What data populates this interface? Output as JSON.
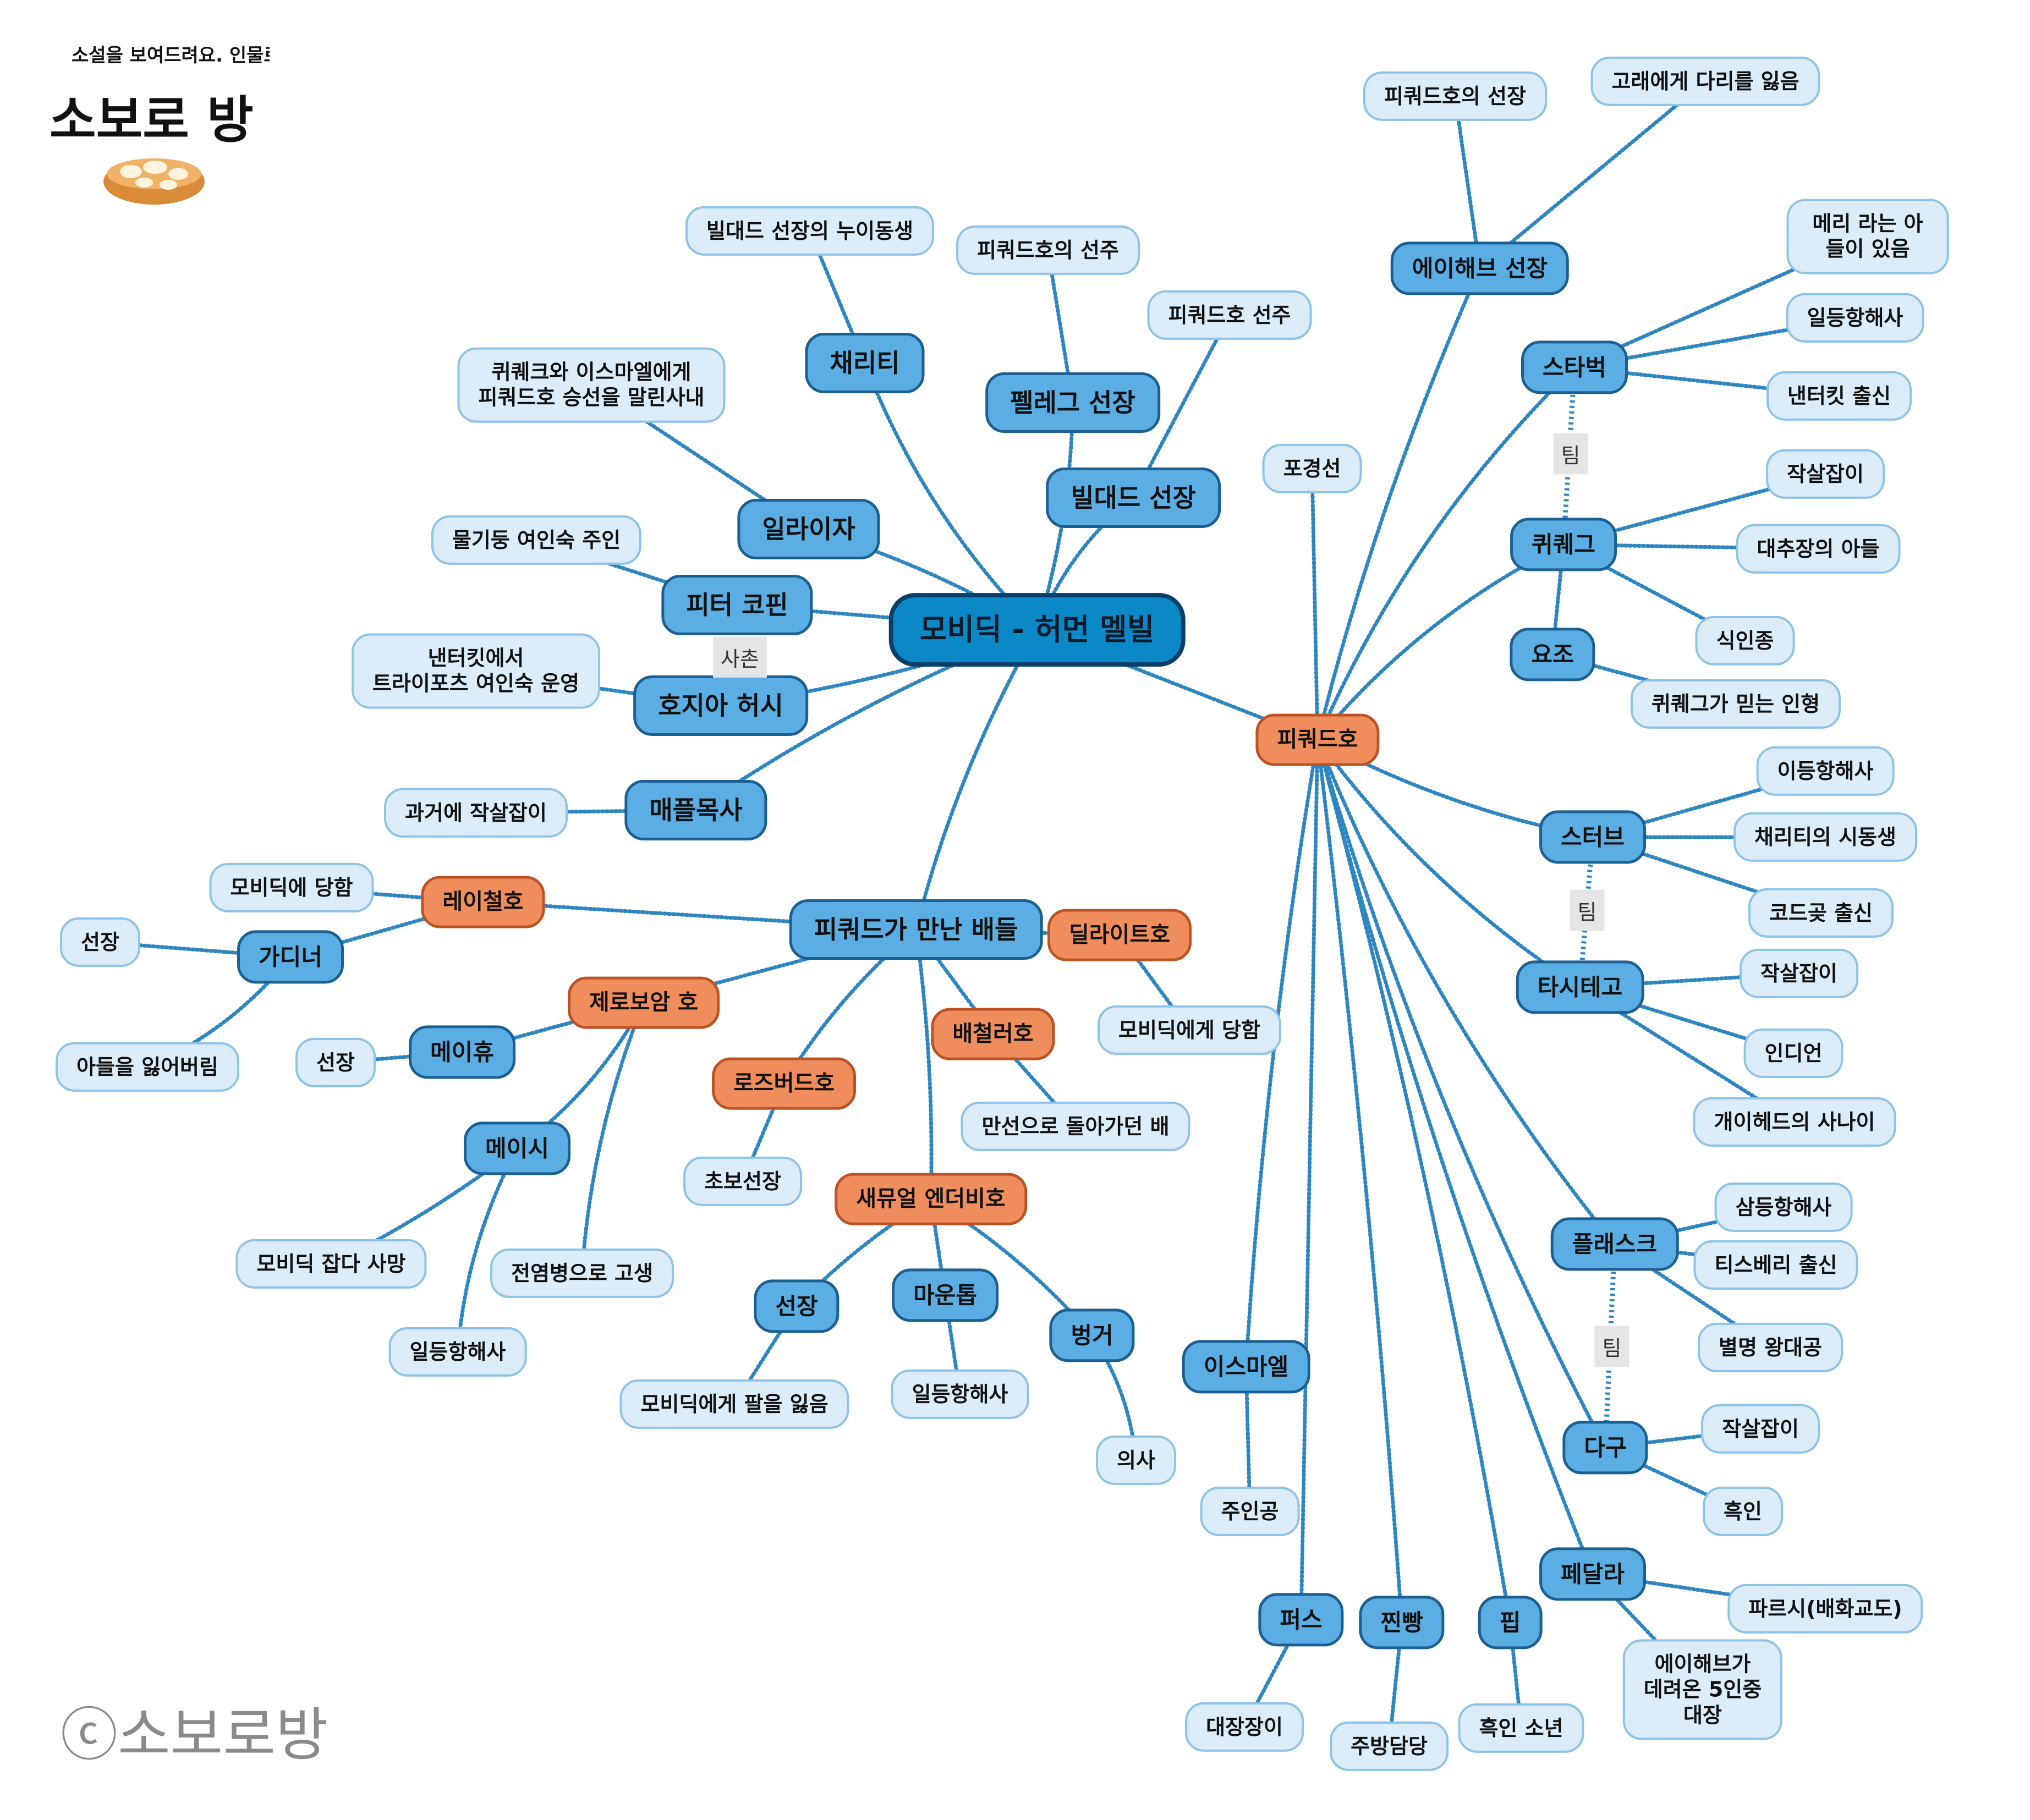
{
  "brand": {
    "tagline": "소설을 보여드려요. 인물로",
    "name": "소보로 방",
    "copyright": "ⓒ소보로방"
  },
  "colors": {
    "center_fill": "#0b88c6",
    "mid_fill": "#5aaee3",
    "leaf_fill": "#dcedf9",
    "ship_fill": "#ef8d5c",
    "edge": "#2e86c1"
  },
  "nodes": [
    {
      "id": "center",
      "label": "모비딕 - 허먼 멜빌",
      "kind": "center"
    },
    {
      "id": "charity",
      "label": "채리티",
      "kind": "big"
    },
    {
      "id": "charity_l",
      "label": "빌대드 선장의 누이동생",
      "kind": "leaf"
    },
    {
      "id": "peleg",
      "label": "펠레그 선장",
      "kind": "big"
    },
    {
      "id": "peleg_l",
      "label": "피쿼드호의 선주",
      "kind": "leaf"
    },
    {
      "id": "bildad",
      "label": "빌대드 선장",
      "kind": "big"
    },
    {
      "id": "bildad_l",
      "label": "피쿼드호 선주",
      "kind": "leaf"
    },
    {
      "id": "ilaija",
      "label": "일라이자",
      "kind": "big"
    },
    {
      "id": "ilaija_l",
      "label": "퀴퀘크와 이스마엘에게\n피쿼드호 승선을 말린사내",
      "kind": "leaf"
    },
    {
      "id": "peter",
      "label": "피터 코핀",
      "kind": "big"
    },
    {
      "id": "peter_l",
      "label": "물기둥 여인숙 주인",
      "kind": "leaf"
    },
    {
      "id": "hosea",
      "label": "호지아 허시",
      "kind": "big"
    },
    {
      "id": "hosea_l",
      "label": "낸터킷에서\n트라이포츠 여인숙 운영",
      "kind": "leaf"
    },
    {
      "id": "mapple",
      "label": "매플목사",
      "kind": "big"
    },
    {
      "id": "mapple_l",
      "label": "과거에 작살잡이",
      "kind": "leaf"
    },
    {
      "id": "ships",
      "label": "피쿼드가 만난 배들",
      "kind": "big"
    },
    {
      "id": "rachel",
      "label": "레이철호",
      "kind": "ship"
    },
    {
      "id": "rachel_l",
      "label": "모비딕에 당함",
      "kind": "leaf"
    },
    {
      "id": "gardiner",
      "label": "가디너",
      "kind": "mid"
    },
    {
      "id": "gardiner_l1",
      "label": "선장",
      "kind": "leaf"
    },
    {
      "id": "gardiner_l2",
      "label": "아들을 잃어버림",
      "kind": "leaf"
    },
    {
      "id": "delight",
      "label": "딜라이트호",
      "kind": "ship"
    },
    {
      "id": "delight_l",
      "label": "모비딕에게 당함",
      "kind": "leaf"
    },
    {
      "id": "jeroboam",
      "label": "제로보암 호",
      "kind": "ship"
    },
    {
      "id": "mayhew",
      "label": "메이휴",
      "kind": "mid"
    },
    {
      "id": "mayhew_l",
      "label": "선장",
      "kind": "leaf"
    },
    {
      "id": "macey",
      "label": "메이시",
      "kind": "mid"
    },
    {
      "id": "macey_l1",
      "label": "모비딕 잡다 사망",
      "kind": "leaf"
    },
    {
      "id": "macey_l2",
      "label": "일등항해사",
      "kind": "leaf"
    },
    {
      "id": "jeroboam_l",
      "label": "전염병으로 고생",
      "kind": "leaf"
    },
    {
      "id": "rosebud",
      "label": "로즈버드호",
      "kind": "ship"
    },
    {
      "id": "rosebud_l",
      "label": "초보선장",
      "kind": "leaf"
    },
    {
      "id": "bachelor",
      "label": "배철러호",
      "kind": "ship"
    },
    {
      "id": "bachelor_l",
      "label": "만선으로 돌아가던 배",
      "kind": "leaf"
    },
    {
      "id": "samuel",
      "label": "새뮤얼 엔더비호",
      "kind": "ship"
    },
    {
      "id": "captain",
      "label": "선장",
      "kind": "mid"
    },
    {
      "id": "captain_l",
      "label": "모비딕에게 팔을 잃음",
      "kind": "leaf"
    },
    {
      "id": "mounttop",
      "label": "마운톱",
      "kind": "mid"
    },
    {
      "id": "mounttop_l",
      "label": "일등항해사",
      "kind": "leaf"
    },
    {
      "id": "bunger",
      "label": "벙거",
      "kind": "mid"
    },
    {
      "id": "bunger_l",
      "label": "의사",
      "kind": "leaf"
    },
    {
      "id": "pequod",
      "label": "피쿼드호",
      "kind": "ship"
    },
    {
      "id": "ahab",
      "label": "에이해브 선장",
      "kind": "mid"
    },
    {
      "id": "ahab_l1",
      "label": "피쿼드호의 선장",
      "kind": "leaf"
    },
    {
      "id": "ahab_l2",
      "label": "고래에게 다리를 잃음",
      "kind": "leaf"
    },
    {
      "id": "starbuck",
      "label": "스타벅",
      "kind": "mid"
    },
    {
      "id": "starbuck_l1",
      "label": "메리 라는 아들이 있음",
      "kind": "leaf"
    },
    {
      "id": "starbuck_l2",
      "label": "일등항해사",
      "kind": "leaf"
    },
    {
      "id": "starbuck_l3",
      "label": "낸터킷 출신",
      "kind": "leaf"
    },
    {
      "id": "queequeg",
      "label": "퀴퀘그",
      "kind": "mid"
    },
    {
      "id": "queequeg_l1",
      "label": "작살잡이",
      "kind": "leaf"
    },
    {
      "id": "queequeg_l2",
      "label": "대추장의 아들",
      "kind": "leaf"
    },
    {
      "id": "queequeg_l3",
      "label": "식인종",
      "kind": "leaf"
    },
    {
      "id": "yojo",
      "label": "요조",
      "kind": "mid"
    },
    {
      "id": "yojo_l",
      "label": "퀴퀘그가 믿는 인형",
      "kind": "leaf"
    },
    {
      "id": "harpoon",
      "label": "포경선",
      "kind": "leaf"
    },
    {
      "id": "stubb",
      "label": "스터브",
      "kind": "mid"
    },
    {
      "id": "stubb_l1",
      "label": "이등항해사",
      "kind": "leaf"
    },
    {
      "id": "stubb_l2",
      "label": "채리티의 시동생",
      "kind": "leaf"
    },
    {
      "id": "stubb_l3",
      "label": "코드곶 출신",
      "kind": "leaf"
    },
    {
      "id": "tashtego",
      "label": "타시테고",
      "kind": "mid"
    },
    {
      "id": "tashtego_l1",
      "label": "작살잡이",
      "kind": "leaf"
    },
    {
      "id": "tashtego_l2",
      "label": "인디언",
      "kind": "leaf"
    },
    {
      "id": "tashtego_l3",
      "label": "개이헤드의 사나이",
      "kind": "leaf"
    },
    {
      "id": "flask",
      "label": "플래스크",
      "kind": "mid"
    },
    {
      "id": "flask_l1",
      "label": "삼등항해사",
      "kind": "leaf"
    },
    {
      "id": "flask_l2",
      "label": "티스베리 출신",
      "kind": "leaf"
    },
    {
      "id": "flask_l3",
      "label": "별명 왕대공",
      "kind": "leaf"
    },
    {
      "id": "daggoo",
      "label": "다구",
      "kind": "mid"
    },
    {
      "id": "daggoo_l1",
      "label": "작살잡이",
      "kind": "leaf"
    },
    {
      "id": "daggoo_l2",
      "label": "흑인",
      "kind": "leaf"
    },
    {
      "id": "fedallah",
      "label": "페달라",
      "kind": "mid"
    },
    {
      "id": "fedallah_l1",
      "label": "파르시(배화교도)",
      "kind": "leaf"
    },
    {
      "id": "fedallah_l2",
      "label": "에이해브가\n데려온 5인중\n대장",
      "kind": "leaf"
    },
    {
      "id": "ishmael",
      "label": "이스마엘",
      "kind": "mid"
    },
    {
      "id": "ishmael_l",
      "label": "주인공",
      "kind": "leaf"
    },
    {
      "id": "perth",
      "label": "퍼스",
      "kind": "mid"
    },
    {
      "id": "perth_l",
      "label": "대장장이",
      "kind": "leaf"
    },
    {
      "id": "dough",
      "label": "찐빵",
      "kind": "mid"
    },
    {
      "id": "dough_l",
      "label": "주방담당",
      "kind": "leaf"
    },
    {
      "id": "pip",
      "label": "핍",
      "kind": "mid"
    },
    {
      "id": "pip_l",
      "label": "흑인 소년",
      "kind": "leaf"
    }
  ],
  "edges": [
    [
      "center",
      "charity"
    ],
    [
      "charity",
      "charity_l"
    ],
    [
      "center",
      "peleg"
    ],
    [
      "peleg",
      "peleg_l"
    ],
    [
      "center",
      "bildad"
    ],
    [
      "bildad",
      "bildad_l"
    ],
    [
      "center",
      "ilaija"
    ],
    [
      "ilaija",
      "ilaija_l"
    ],
    [
      "center",
      "peter"
    ],
    [
      "peter",
      "peter_l"
    ],
    [
      "center",
      "hosea"
    ],
    [
      "hosea",
      "hosea_l"
    ],
    [
      "center",
      "mapple"
    ],
    [
      "mapple",
      "mapple_l"
    ],
    [
      "center",
      "ships"
    ],
    [
      "ships",
      "rachel"
    ],
    [
      "rachel",
      "rachel_l"
    ],
    [
      "rachel",
      "gardiner"
    ],
    [
      "gardiner",
      "gardiner_l1"
    ],
    [
      "gardiner",
      "gardiner_l2"
    ],
    [
      "ships",
      "delight"
    ],
    [
      "delight",
      "delight_l"
    ],
    [
      "ships",
      "jeroboam"
    ],
    [
      "jeroboam",
      "mayhew"
    ],
    [
      "mayhew",
      "mayhew_l"
    ],
    [
      "jeroboam",
      "macey"
    ],
    [
      "macey",
      "macey_l1"
    ],
    [
      "macey",
      "macey_l2"
    ],
    [
      "jeroboam",
      "jeroboam_l"
    ],
    [
      "ships",
      "rosebud"
    ],
    [
      "rosebud",
      "rosebud_l"
    ],
    [
      "ships",
      "bachelor"
    ],
    [
      "bachelor",
      "bachelor_l"
    ],
    [
      "ships",
      "samuel"
    ],
    [
      "samuel",
      "captain"
    ],
    [
      "captain",
      "captain_l"
    ],
    [
      "samuel",
      "mounttop"
    ],
    [
      "mounttop",
      "mounttop_l"
    ],
    [
      "samuel",
      "bunger"
    ],
    [
      "bunger",
      "bunger_l"
    ],
    [
      "center",
      "pequod"
    ],
    [
      "pequod",
      "ahab"
    ],
    [
      "ahab",
      "ahab_l1"
    ],
    [
      "ahab",
      "ahab_l2"
    ],
    [
      "pequod",
      "starbuck"
    ],
    [
      "starbuck",
      "starbuck_l1"
    ],
    [
      "starbuck",
      "starbuck_l2"
    ],
    [
      "starbuck",
      "starbuck_l3"
    ],
    [
      "pequod",
      "queequeg"
    ],
    [
      "queequeg",
      "queequeg_l1"
    ],
    [
      "queequeg",
      "queequeg_l2"
    ],
    [
      "queequeg",
      "queequeg_l3"
    ],
    [
      "queequeg",
      "yojo"
    ],
    [
      "yojo",
      "yojo_l"
    ],
    [
      "pequod",
      "harpoon"
    ],
    [
      "pequod",
      "stubb"
    ],
    [
      "stubb",
      "stubb_l1"
    ],
    [
      "stubb",
      "stubb_l2"
    ],
    [
      "stubb",
      "stubb_l3"
    ],
    [
      "pequod",
      "tashtego"
    ],
    [
      "tashtego",
      "tashtego_l1"
    ],
    [
      "tashtego",
      "tashtego_l2"
    ],
    [
      "tashtego",
      "tashtego_l3"
    ],
    [
      "pequod",
      "flask"
    ],
    [
      "flask",
      "flask_l1"
    ],
    [
      "flask",
      "flask_l2"
    ],
    [
      "flask",
      "flask_l3"
    ],
    [
      "pequod",
      "daggoo"
    ],
    [
      "daggoo",
      "daggoo_l1"
    ],
    [
      "daggoo",
      "daggoo_l2"
    ],
    [
      "pequod",
      "fedallah"
    ],
    [
      "fedallah",
      "fedallah_l1"
    ],
    [
      "fedallah",
      "fedallah_l2"
    ],
    [
      "pequod",
      "ishmael"
    ],
    [
      "ishmael",
      "ishmael_l"
    ],
    [
      "pequod",
      "perth"
    ],
    [
      "perth",
      "perth_l"
    ],
    [
      "pequod",
      "dough"
    ],
    [
      "dough",
      "dough_l"
    ],
    [
      "pequod",
      "pip"
    ],
    [
      "pip",
      "pip_l"
    ]
  ],
  "relations": [
    {
      "from": "peter",
      "to": "hosea",
      "label": "사촌"
    },
    {
      "from": "starbuck",
      "to": "queequeg",
      "label": "팀"
    },
    {
      "from": "stubb",
      "to": "tashtego",
      "label": "팀"
    },
    {
      "from": "flask",
      "to": "daggoo",
      "label": "팀"
    }
  ]
}
